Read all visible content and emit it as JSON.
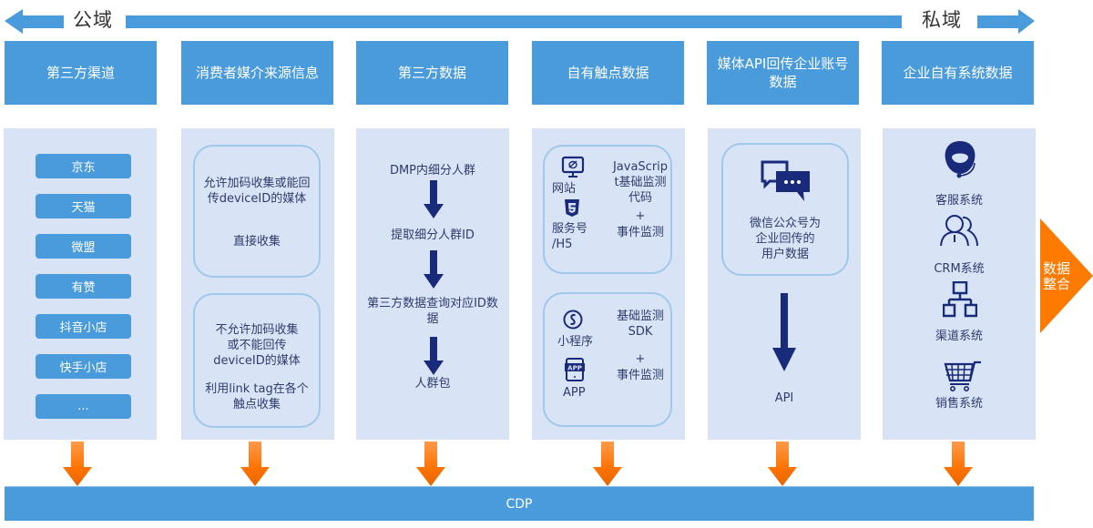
{
  "domain": {
    "left_label": "公域",
    "right_label": "私域"
  },
  "columns": [
    {
      "header": "第三方渠道"
    },
    {
      "header": "消费者媒介来源信息"
    },
    {
      "header": "第三方数据"
    },
    {
      "header": "自有触点数据"
    },
    {
      "header": "媒体API回传企业账号数据"
    },
    {
      "header": "企业自有系统数据"
    }
  ],
  "channels": [
    "京东",
    "天猫",
    "微盟",
    "有赞",
    "抖音小店",
    "快手小店",
    "..."
  ],
  "media_source": {
    "box1": {
      "line1": "允许加码收集或能回",
      "line2": "传deviceID的媒体",
      "method": "直接收集"
    },
    "box2": {
      "line1": "不允许加码收集",
      "line2": "或不能回传",
      "line3": "deviceID的媒体",
      "method1": "利用link tag在各个",
      "method2": "触点收集"
    }
  },
  "third_party_flow": {
    "step1": "DMP内细分人群",
    "step2": "提取细分人群ID",
    "step3a": "第三方数据查询对应ID数",
    "step3b": "据",
    "step4": "人群包"
  },
  "owned_touchpoints": {
    "box1": {
      "website": "网站",
      "h5a": "服务号",
      "h5b": "/H5",
      "js1": "JavaScrip",
      "js2": "t基础监测",
      "js3": "代码",
      "plus": "+",
      "event": "事件监测"
    },
    "box2": {
      "miniprogram": "小程序",
      "app": "APP",
      "sdk1": "基础监测",
      "sdk2": "SDK",
      "plus": "+",
      "event": "事件监测"
    }
  },
  "media_api": {
    "line1": "微信公众号为",
    "line2": "企业回传的",
    "line3": "用户数据",
    "api": "API"
  },
  "enterprise_systems": [
    "客服系统",
    "CRM系统",
    "渠道系统",
    "销售系统"
  ],
  "merge": {
    "line1": "数据",
    "line2": "整合"
  },
  "cdp_label": "CDP",
  "colors": {
    "header_blue": "#4a9bdb",
    "panel_bg": "#d8e4f5",
    "navy": "#1a2a7a",
    "orange": "#ff7a00",
    "box_border": "#9fc8ea"
  }
}
